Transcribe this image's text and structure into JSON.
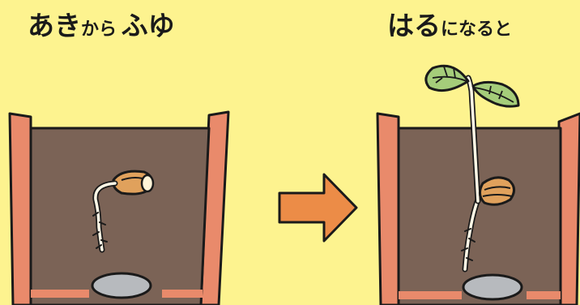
{
  "captions": {
    "left": {
      "big1": "あき",
      "small": "から",
      "big2": "ふゆ"
    },
    "right": {
      "big": "はる",
      "small": "になると"
    }
  },
  "colors": {
    "background": "#fdf38f",
    "pot": "#e98a6b",
    "soil": "#7b6356",
    "arrow": "#ec8c47",
    "leaf": "#a5cd7a",
    "seed": "#e0a15c",
    "stone": "#b7babe",
    "outline": "#1a1a1a"
  },
  "icons": {
    "transition": "arrow-right-icon",
    "left_scene": "sprouting-seed-in-pot",
    "right_scene": "seedling-in-pot"
  }
}
